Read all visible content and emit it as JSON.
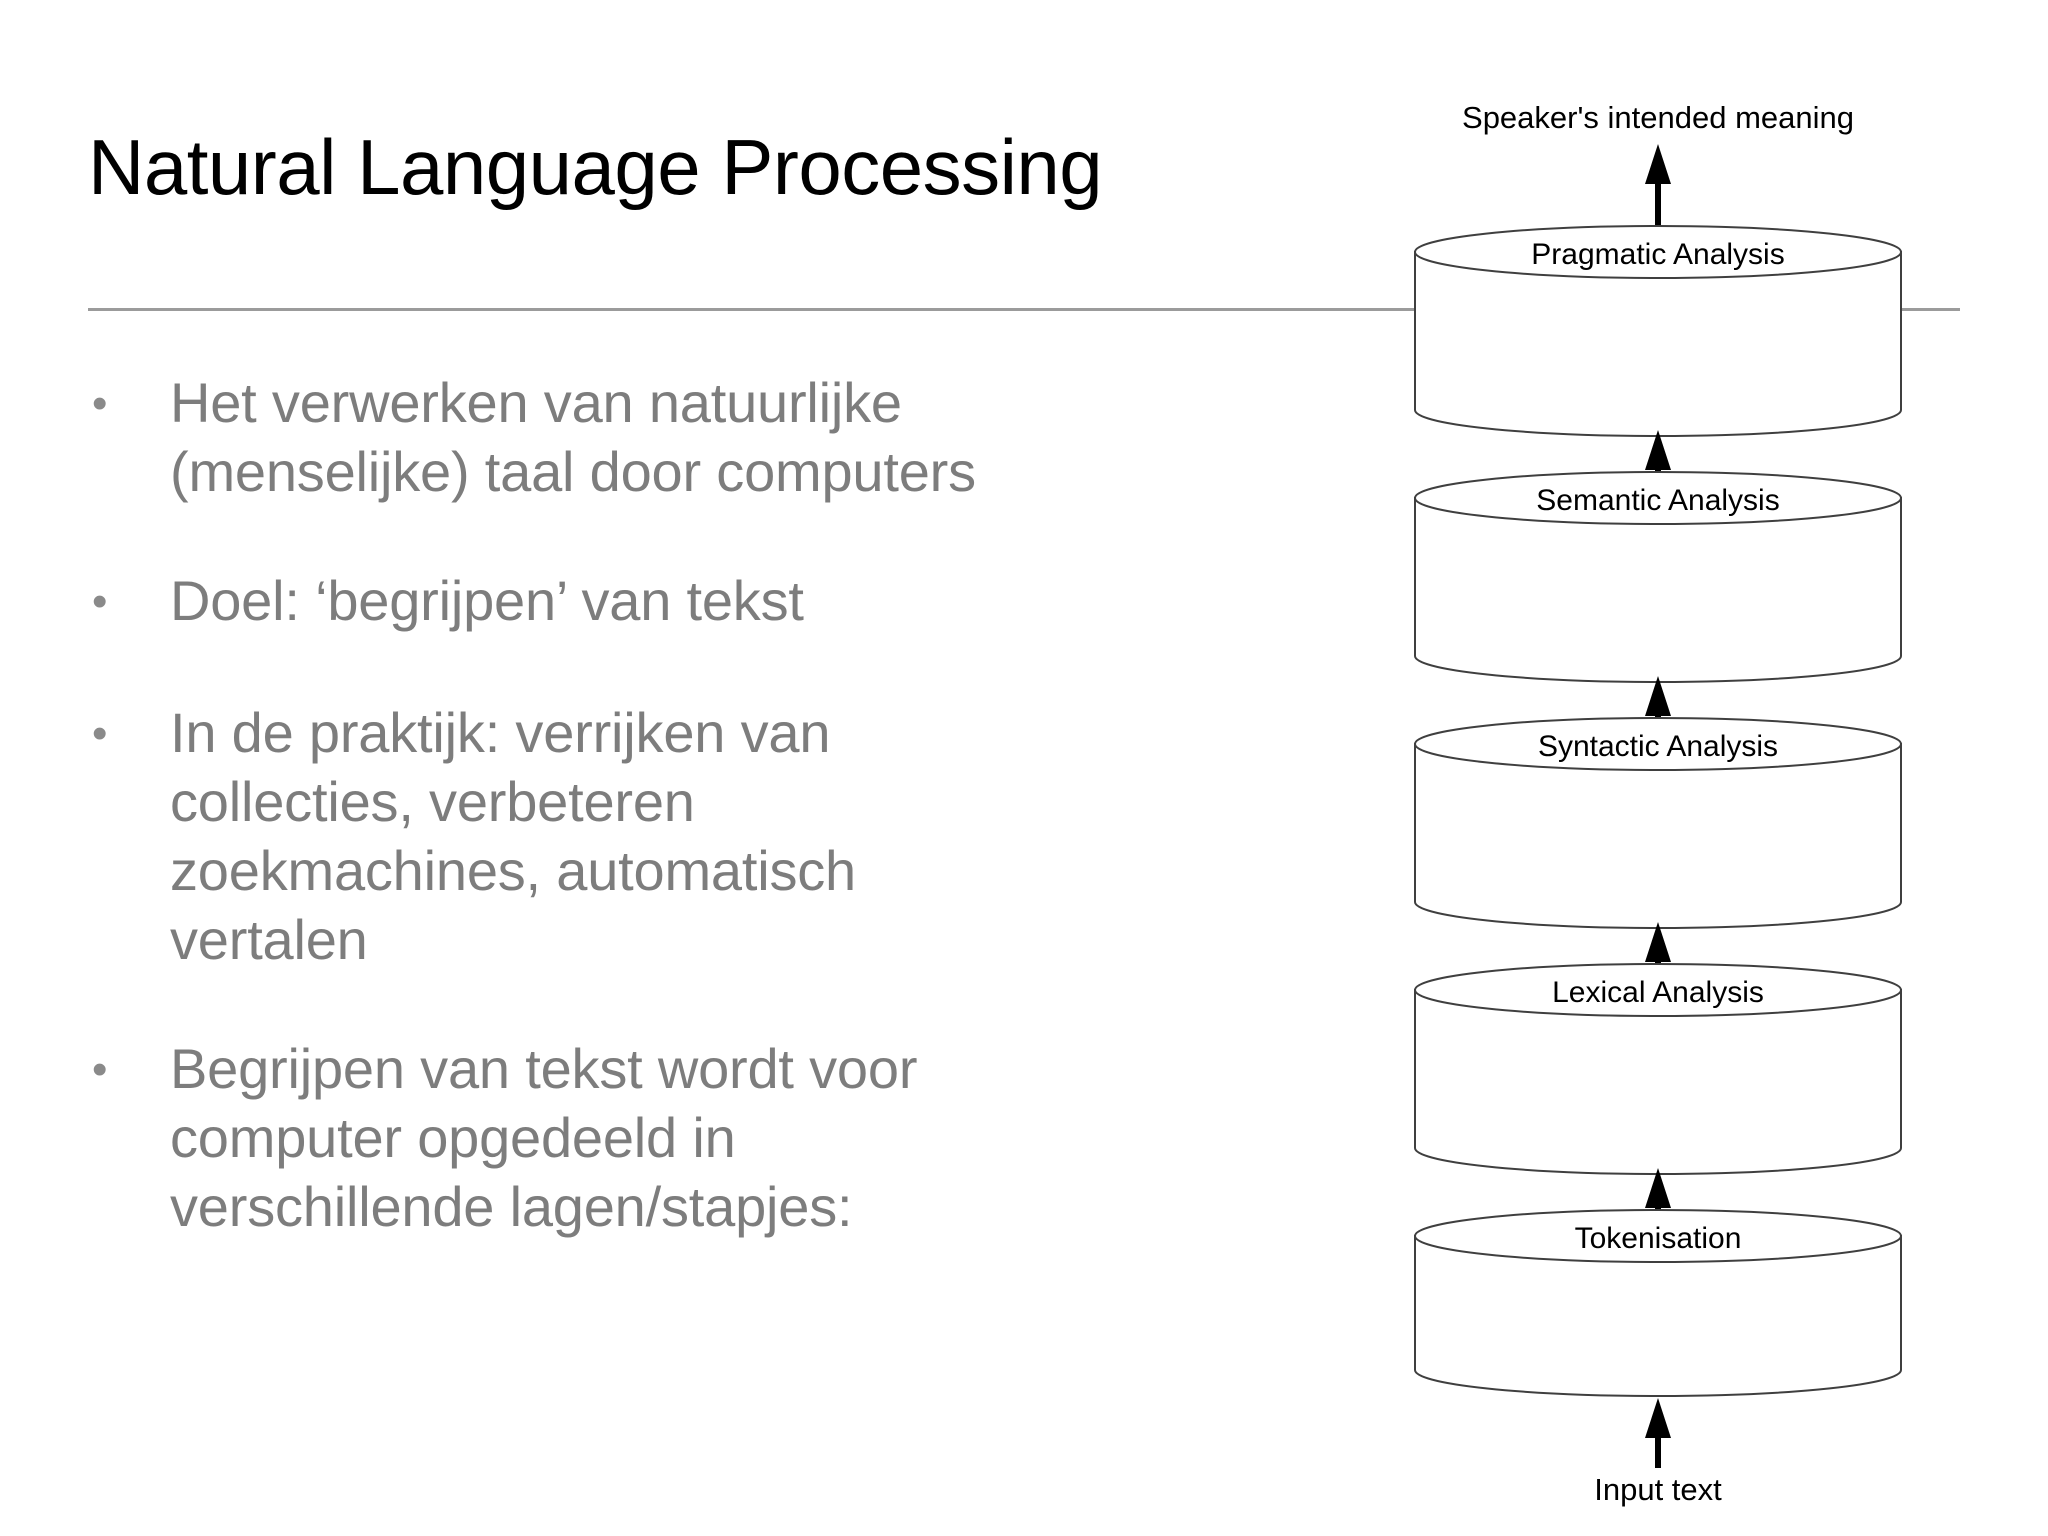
{
  "slide": {
    "title": "Natural Language Processing",
    "bullet_marker": "•",
    "bullets": [
      "Het verwerken van natuurlijke (menselijke) taal door computers",
      "Doel: ‘begrijpen’ van tekst",
      "In de praktijk: verrijken van collecties, verbeteren zoekmachines, automatisch vertalen",
      "Begrijpen van tekst wordt voor computer opgedeeld in verschillende lagen/stapjes:"
    ]
  },
  "diagram": {
    "top_label": "Speaker's intended meaning",
    "bottom_label": "Input text",
    "stages": [
      {
        "label": "Pragmatic Analysis"
      },
      {
        "label": "Semantic Analysis"
      },
      {
        "label": "Syntactic Analysis"
      },
      {
        "label": "Lexical Analysis"
      },
      {
        "label": "Tokenisation"
      }
    ],
    "flow_direction": "bottom-to-top",
    "colors": {
      "cylinder_stroke": "#3f3f3f",
      "cylinder_fill": "#ffffff",
      "arrow": "#000000",
      "label_text": "#000000"
    }
  },
  "colors": {
    "background": "#ffffff",
    "title_text": "#000000",
    "body_text": "#7d7d7d",
    "rule": "#9b9b9b"
  }
}
